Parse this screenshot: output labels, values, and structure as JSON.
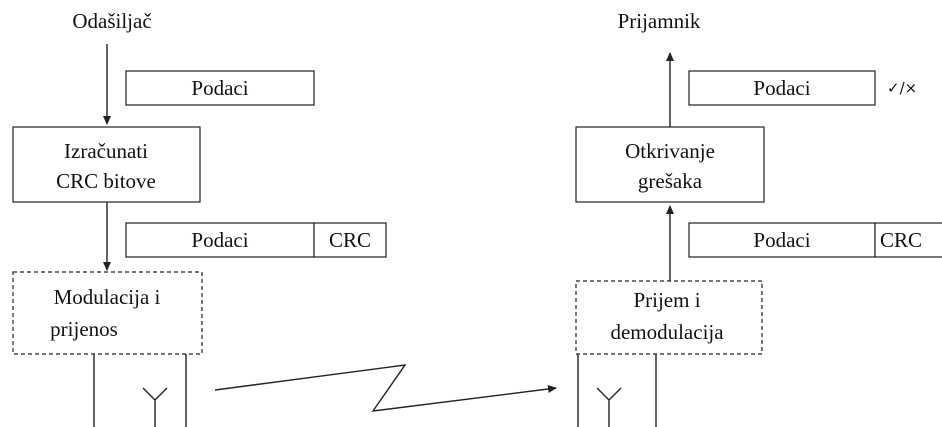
{
  "transmitter": {
    "title": "Odašiljač",
    "data_box": "Podaci",
    "crc_calc_line1": "Izračunati",
    "crc_calc_line2": "CRC bitove",
    "frame_data": "Podaci",
    "frame_crc": "CRC",
    "modulation_line1": "Modulacija i",
    "modulation_line2": "prijenos"
  },
  "receiver": {
    "title": "Prijamnik",
    "data_box": "Podaci",
    "check_mark": "✓/×",
    "error_detect_line1": "Otkrivanje",
    "error_detect_line2": "grešaka",
    "frame_data": "Podaci",
    "frame_crc": "CRC",
    "demod_line1": "Prijem i",
    "demod_line2": "demodulacija"
  }
}
